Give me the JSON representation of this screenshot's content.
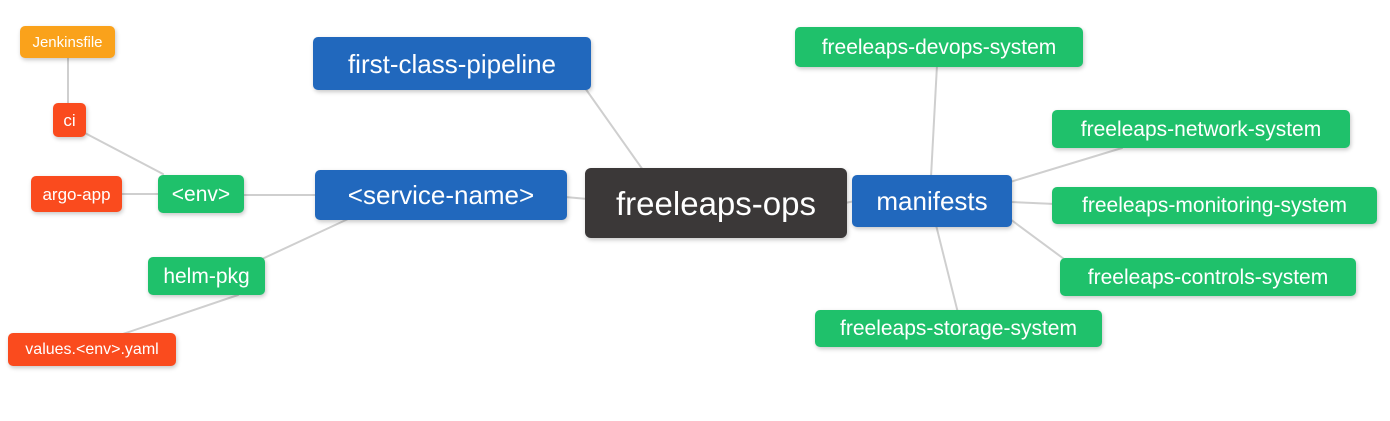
{
  "diagram": {
    "type": "mindmap",
    "root_label": "freeleaps-ops"
  },
  "canvas": {
    "background": "#ffffff",
    "edge_color": "#cfcfcf"
  },
  "palette": {
    "blue": "#2168bd",
    "green": "#1fc16b",
    "red": "#fa4b1e",
    "orange": "#faa21b",
    "dark": "#3b3838",
    "node_text": "#ffffff"
  },
  "nodes": [
    {
      "id": "jenkinsfile",
      "label": "Jenkinsfile",
      "color": "#faa21b"
    },
    {
      "id": "ci",
      "label": "ci",
      "color": "#fa4b1e"
    },
    {
      "id": "argo-app",
      "label": "argo-app",
      "color": "#fa4b1e"
    },
    {
      "id": "env",
      "label": "<env>",
      "color": "#1fc16b"
    },
    {
      "id": "helm-pkg",
      "label": "helm-pkg",
      "color": "#1fc16b"
    },
    {
      "id": "values-env-yaml",
      "label": "values.<env>.yaml",
      "color": "#fa4b1e"
    },
    {
      "id": "first-class-pipeline",
      "label": "first-class-pipeline",
      "color": "#2168bd"
    },
    {
      "id": "service-name",
      "label": "<service-name>",
      "color": "#2168bd"
    },
    {
      "id": "freeleaps-ops",
      "label": "freeleaps-ops",
      "color": "#3b3838"
    },
    {
      "id": "manifests",
      "label": "manifests",
      "color": "#2168bd"
    },
    {
      "id": "freeleaps-devops-system",
      "label": "freeleaps-devops-system",
      "color": "#1fc16b"
    },
    {
      "id": "freeleaps-network-system",
      "label": "freeleaps-network-system",
      "color": "#1fc16b"
    },
    {
      "id": "freeleaps-monitoring-system",
      "label": "freeleaps-monitoring-system",
      "color": "#1fc16b"
    },
    {
      "id": "freeleaps-controls-system",
      "label": "freeleaps-controls-system",
      "color": "#1fc16b"
    },
    {
      "id": "freeleaps-storage-system",
      "label": "freeleaps-storage-system",
      "color": "#1fc16b"
    }
  ],
  "edges": [
    [
      "jenkinsfile",
      "ci"
    ],
    [
      "ci",
      "env"
    ],
    [
      "argo-app",
      "env"
    ],
    [
      "env",
      "service-name"
    ],
    [
      "helm-pkg",
      "service-name"
    ],
    [
      "values-env-yaml",
      "helm-pkg"
    ],
    [
      "first-class-pipeline",
      "freeleaps-ops"
    ],
    [
      "service-name",
      "freeleaps-ops"
    ],
    [
      "freeleaps-ops",
      "manifests"
    ],
    [
      "manifests",
      "freeleaps-devops-system"
    ],
    [
      "manifests",
      "freeleaps-network-system"
    ],
    [
      "manifests",
      "freeleaps-monitoring-system"
    ],
    [
      "manifests",
      "freeleaps-controls-system"
    ],
    [
      "manifests",
      "freeleaps-storage-system"
    ]
  ]
}
